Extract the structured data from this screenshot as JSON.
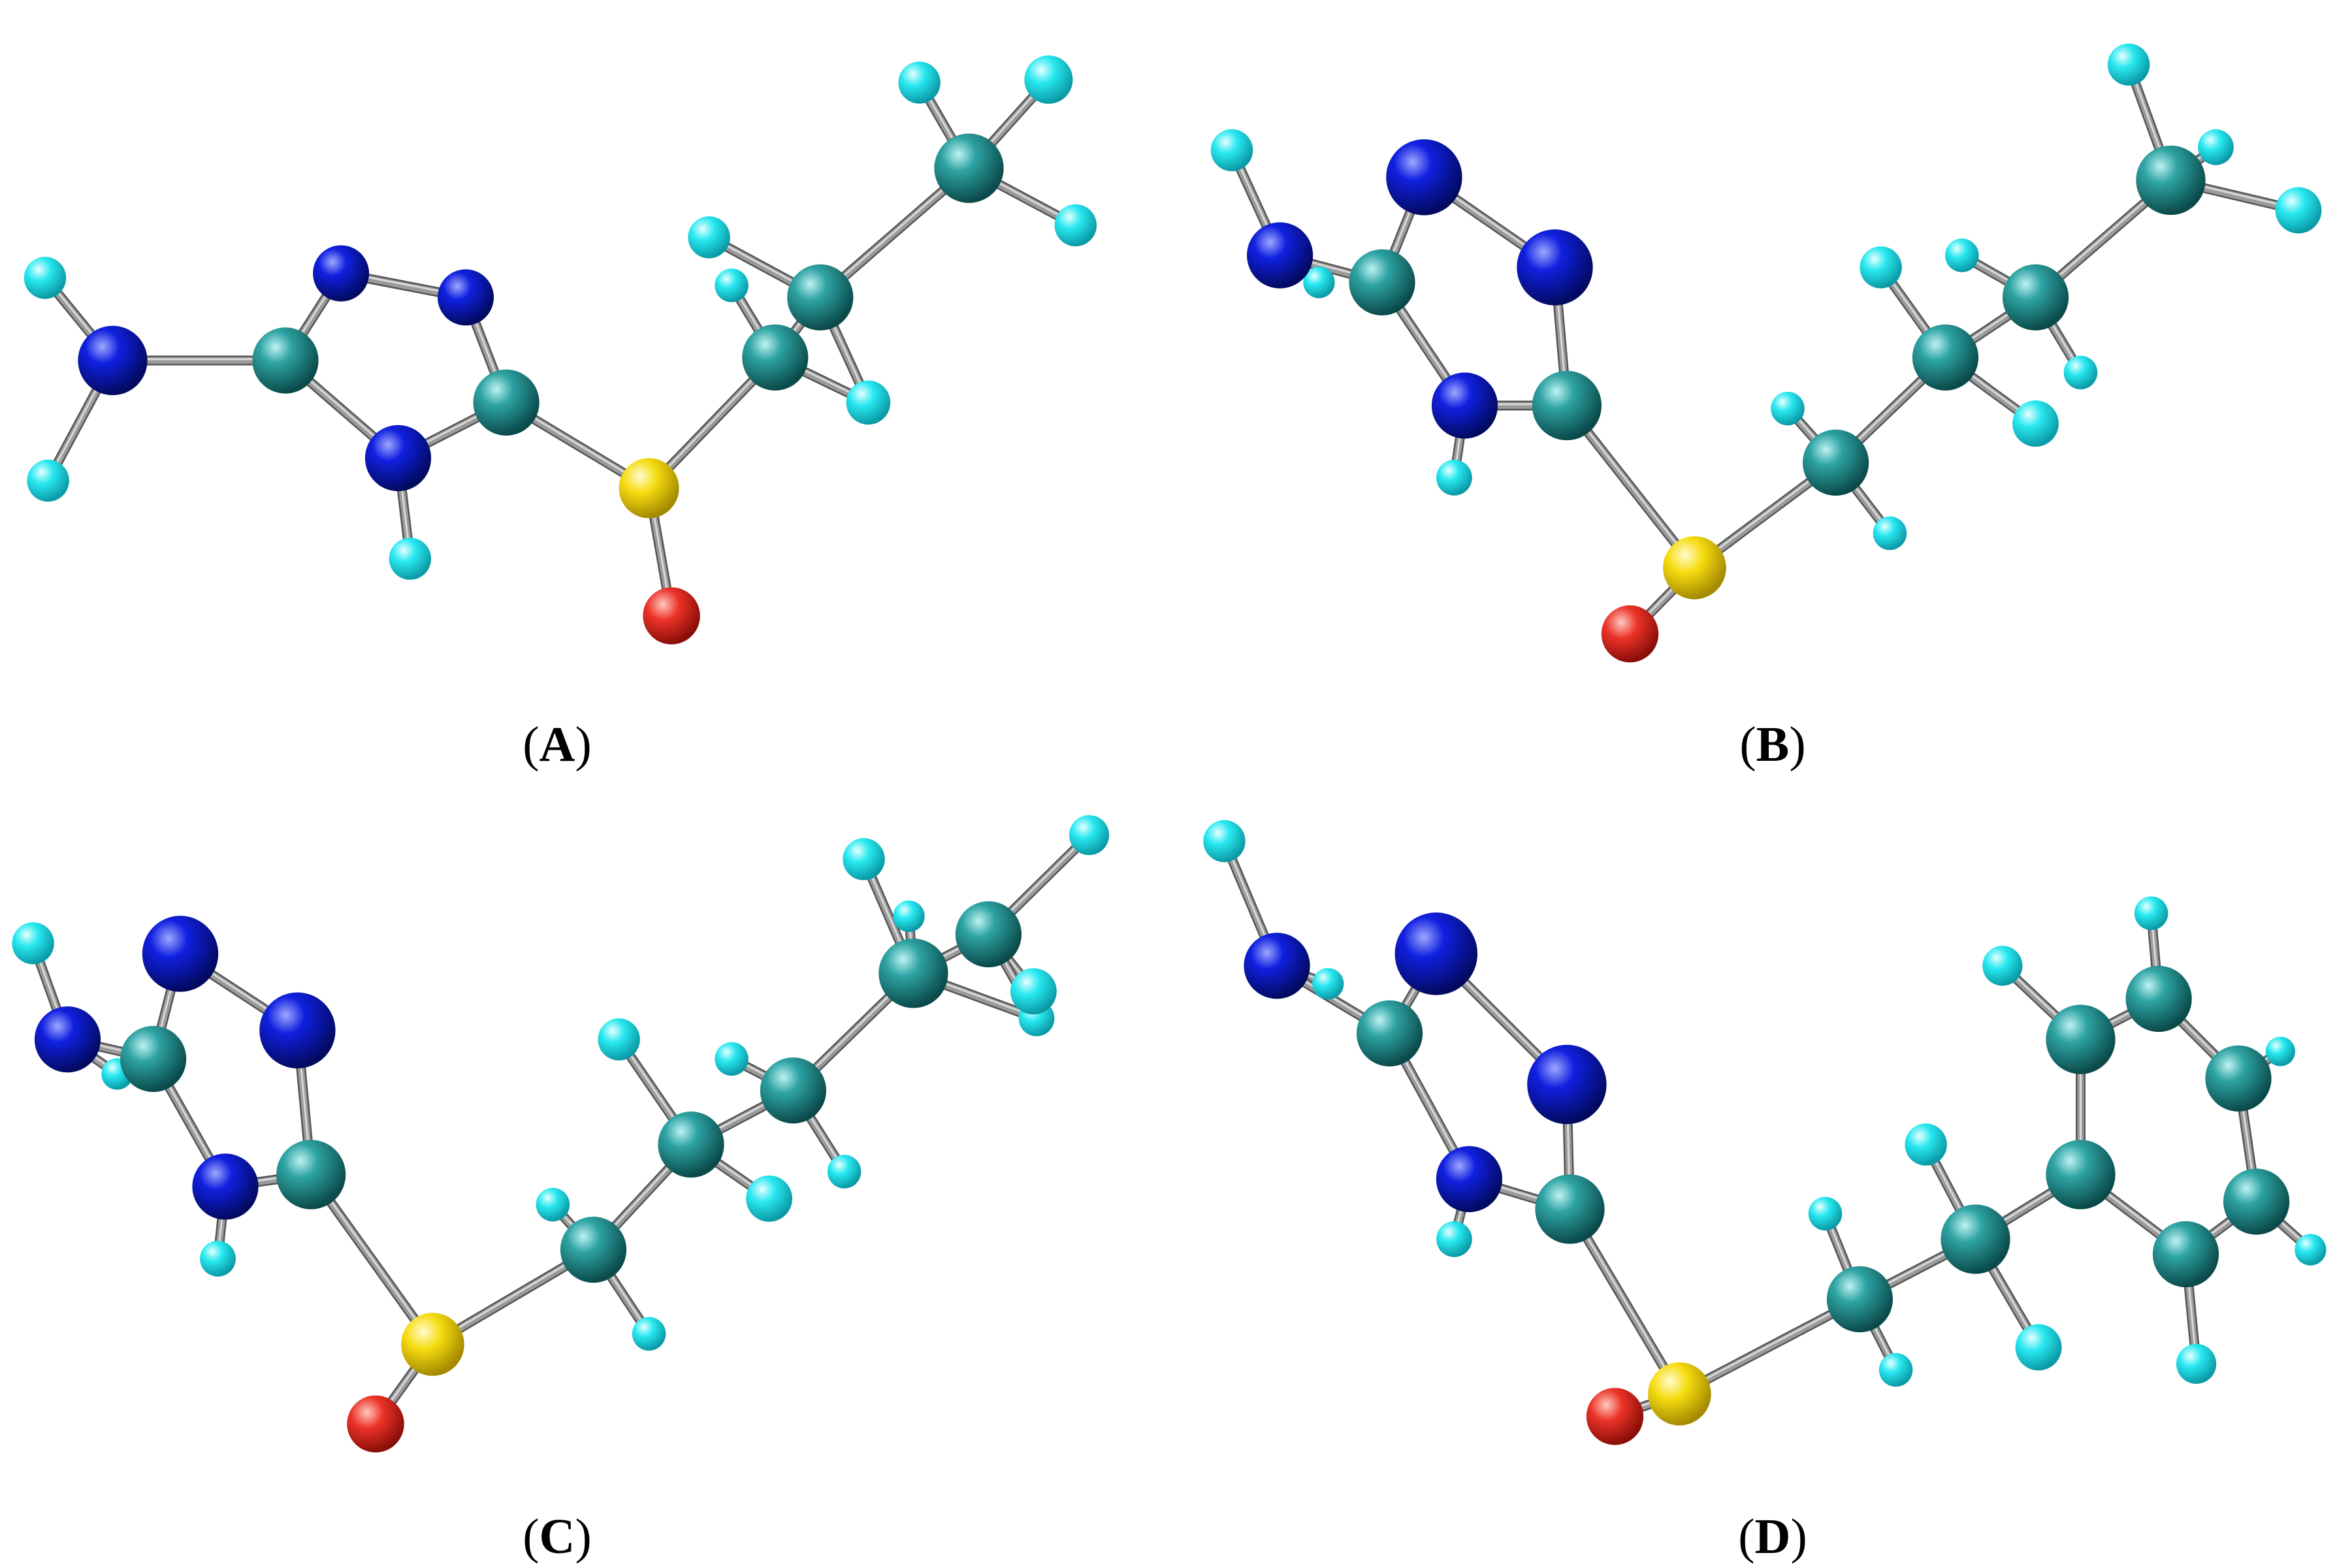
{
  "figure": {
    "panels": [
      {
        "id": "A",
        "label_open": "(",
        "label_letter": "A",
        "label_close": ")"
      },
      {
        "id": "B",
        "label_open": "(",
        "label_letter": "B",
        "label_close": ")"
      },
      {
        "id": "C",
        "label_open": "(",
        "label_letter": "C",
        "label_close": ")"
      },
      {
        "id": "D",
        "label_open": "(",
        "label_letter": "D",
        "label_close": ")"
      }
    ]
  },
  "colors": {
    "carbon": "#1f8a8a",
    "nitrogen": "#0a14c8",
    "hydrogen": "#1fe6ee",
    "sulfur": "#f2d400",
    "oxygen": "#e02a22",
    "bond": "#9a9a9a"
  }
}
